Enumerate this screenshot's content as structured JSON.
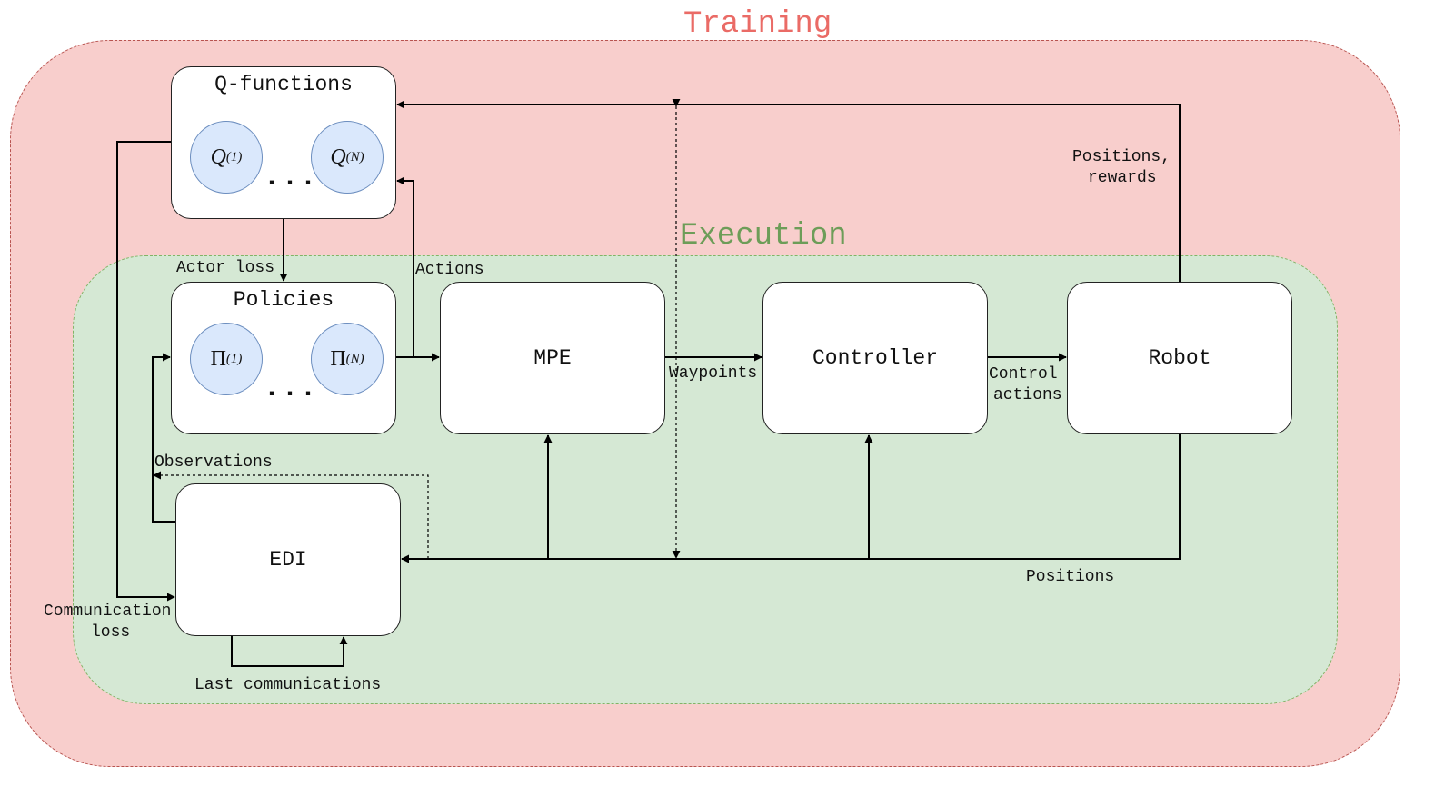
{
  "regions": {
    "training": {
      "title": "Training",
      "fill": "#f8cecc",
      "border": "#b85450",
      "title_color": "#ea6b66"
    },
    "execution": {
      "title": "Execution",
      "fill": "#d5e8d4",
      "border": "#82b366",
      "title_color": "#6d9d58"
    }
  },
  "boxes": {
    "q_functions": {
      "title": "Q-functions",
      "item_first_base": "Q",
      "item_first_sup": "(1)",
      "item_last_base": "Q",
      "item_last_sup": "(N)",
      "ellipsis": "..."
    },
    "policies": {
      "title": "Policies",
      "item_first_base": "Π",
      "item_first_sup": "(1)",
      "item_last_base": "Π",
      "item_last_sup": "(N)",
      "ellipsis": "..."
    },
    "mpe": {
      "title": "MPE"
    },
    "controller": {
      "title": "Controller"
    },
    "robot": {
      "title": "Robot"
    },
    "edi": {
      "title": "EDI"
    }
  },
  "edge_labels": {
    "actor_loss": "Actor loss",
    "actions": "Actions",
    "waypoints": "Waypoints",
    "control_actions_1": "Control",
    "control_actions_2": "actions",
    "positions_rewards_1": "Positions,",
    "positions_rewards_2": "rewards",
    "observations": "Observations",
    "positions": "Positions",
    "communication_loss_1": "Communication",
    "communication_loss_2": "loss",
    "last_communications": "Last communications"
  }
}
